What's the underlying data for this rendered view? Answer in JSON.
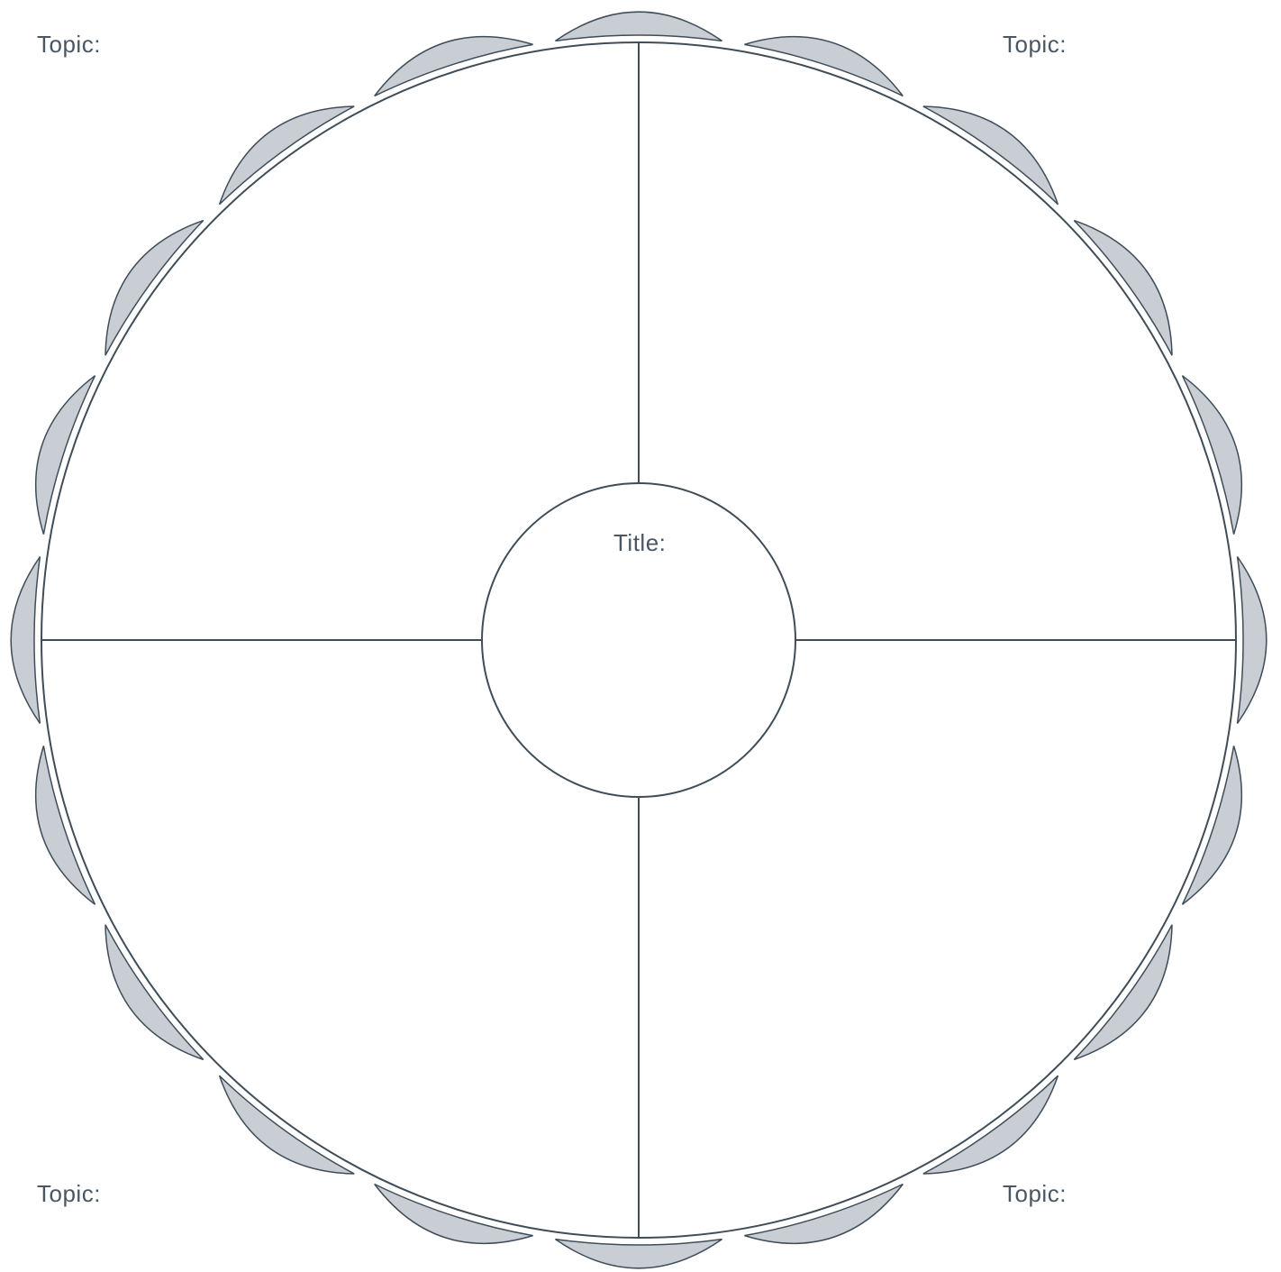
{
  "colors": {
    "stroke": "#3f4d59",
    "petal_fill": "#c8ced4",
    "text": "#4a5763",
    "background": "#ffffff"
  },
  "labels": {
    "topic_top_left": "Topic:",
    "topic_top_right": "Topic:",
    "topic_bottom_left": "Topic:",
    "topic_bottom_right": "Topic:",
    "center_title": "Title:"
  },
  "diagram": {
    "quadrant_count": 4,
    "scallop_count": 20
  }
}
